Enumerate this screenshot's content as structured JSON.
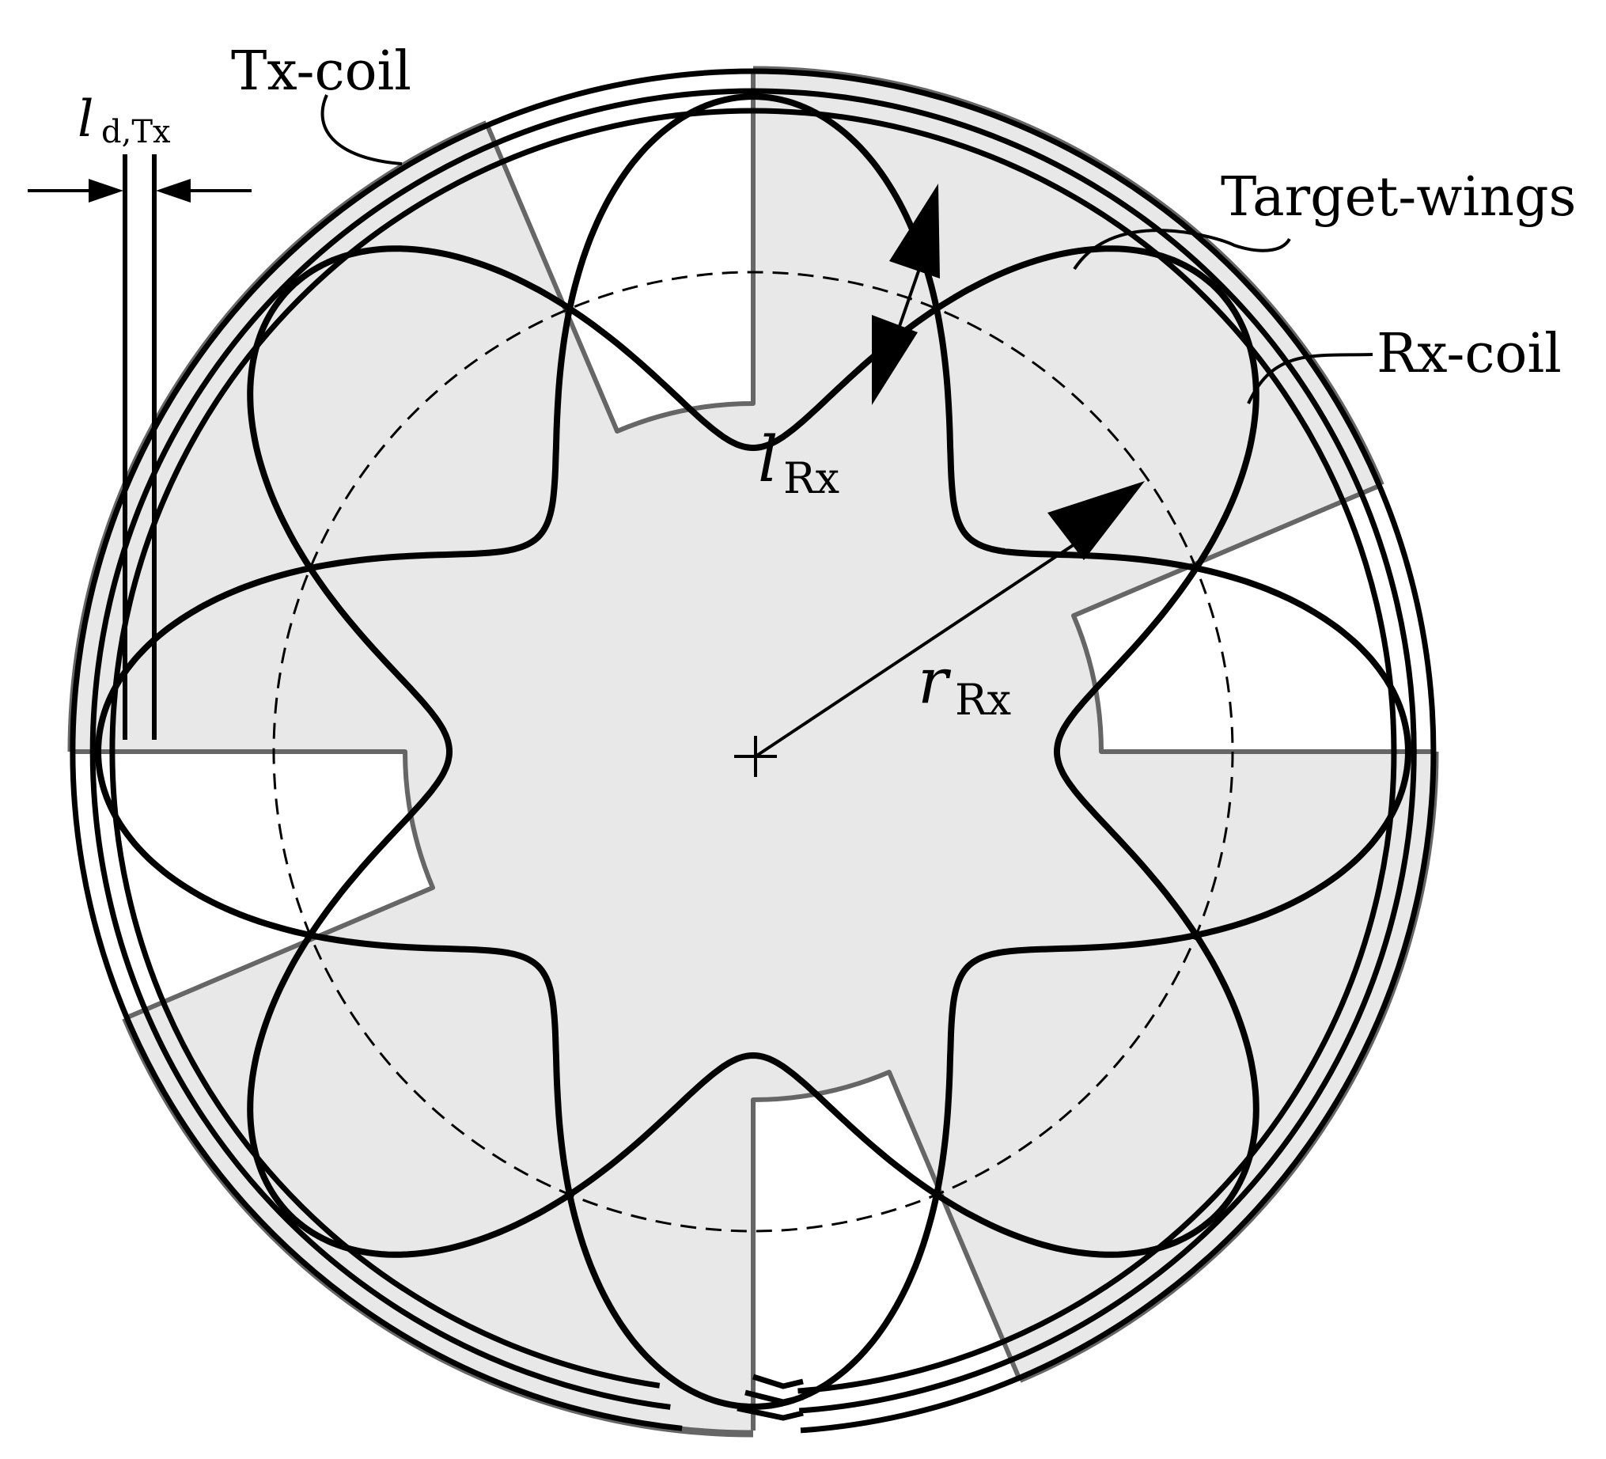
{
  "labels": {
    "tx_coil": "Tx-coil",
    "target_wings": "Target-wings",
    "rx_coil": "Rx-coil",
    "l_rx_main": "l",
    "l_rx_sub": "Rx",
    "r_rx_main": "r",
    "r_rx_sub": "Rx",
    "l_dtx_main": "l",
    "l_dtx_sub": "d,Tx"
  },
  "colors": {
    "target_fill": "#e8e8e8",
    "target_edge": "#666666",
    "coil": "#000000"
  },
  "structure": {
    "target_wing_count": 4,
    "rx_coil_count": 2,
    "rx_lobes_per_coil": 4,
    "tx_turns": 3
  }
}
